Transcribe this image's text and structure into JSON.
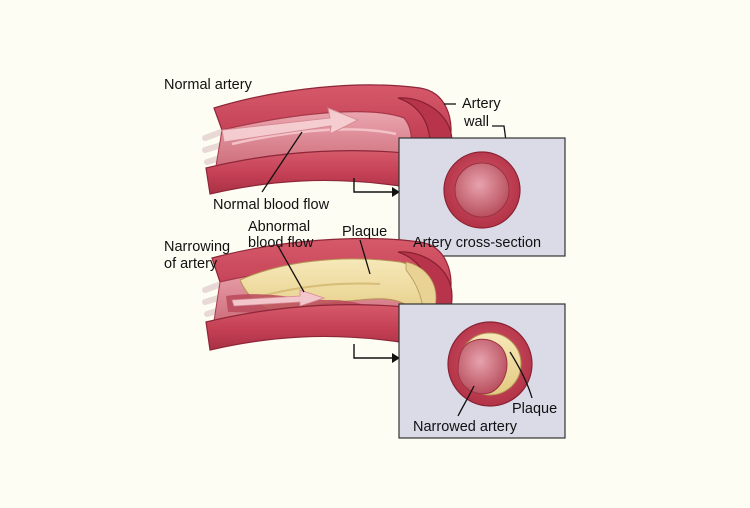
{
  "labels": {
    "normal_artery": "Normal artery",
    "artery_wall": [
      "Artery",
      "wall"
    ],
    "normal_blood_flow": "Normal blood flow",
    "artery_cross_section": "Artery cross-section",
    "abnormal_blood_flow": [
      "Abnormal",
      "blood flow"
    ],
    "plaque_top": "Plaque",
    "narrowing_of_artery": [
      "Narrowing",
      "of artery"
    ],
    "plaque_bottom": "Plaque",
    "narrowed_artery": "Narrowed artery"
  },
  "colors": {
    "background": "#fdfdf3",
    "panel": "#d9d9e6",
    "artery_wall": "#c8485a",
    "artery_inner": "#e8a0a8",
    "lumen": "#b0505e",
    "plaque": "#efdfa4",
    "blood_flow_arrow": "#f4c8cc"
  }
}
